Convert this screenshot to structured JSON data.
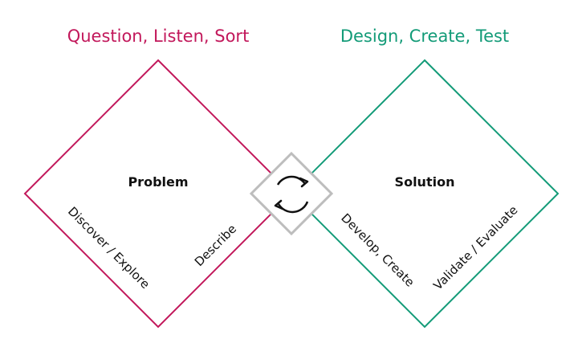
{
  "colors": {
    "problem": "#c2185b",
    "solution": "#139b78",
    "connector": "#bdbdbd",
    "cycle_icon": "#111111"
  },
  "headings": {
    "left": "Question, Listen, Sort",
    "right": "Design, Create, Test"
  },
  "problem": {
    "title": "Problem",
    "phase_diverge": "Discover / Explore",
    "phase_converge": "Describe"
  },
  "solution": {
    "title": "Solution",
    "phase_diverge": "Develop, Create",
    "phase_converge": "Validate / Evaluate"
  },
  "connector": {
    "icon": "cycle-icon"
  }
}
